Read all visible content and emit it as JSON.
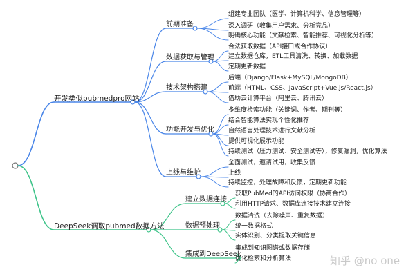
{
  "colors": {
    "blue": "#4a86e8",
    "green": "#3fc48a"
  },
  "mindmap": {
    "branches": [
      {
        "label": "开发类似pubmedpro网站",
        "color": "#4a86e8",
        "children": [
          {
            "label": "前期准备",
            "items": [
              "组建专业团队（医学、计算机科学、信息管理等）",
              "深入调研（收集用户需求、分析竞品）",
              "明确核心功能（文献检索、智能推荐、可视化分析等）"
            ]
          },
          {
            "label": "数据获取与管理",
            "items": [
              "合法获取数据（API接口或合作协议）",
              "建立数据仓库，ETL工具清洗、转换、加载数据",
              "定期更新数据"
            ]
          },
          {
            "label": "技术架构搭建",
            "items": [
              "后端（Django/Flask+MySQL/MongoDB）",
              "前端（HTML、CSS、JavaScript+Vue.js/React.js）",
              "借助云计算平台（阿里云、腾讯云）"
            ]
          },
          {
            "label": "功能开发与优化",
            "items": [
              "多维度检索功能（关键词、作者、期刊等）",
              "结合智能算法实现个性化推荐",
              "自然语言处理技术进行文献分析",
              "提供可视化展示功能",
              "持续测试（压力测试、安全测试等），修复漏洞，优化算法"
            ]
          },
          {
            "label": "上线与维护",
            "items": [
              "全面测试，邀请试用，收集反馈",
              "上线",
              "持续监控，处理故障和反馈，定期更新功能"
            ]
          }
        ]
      },
      {
        "label": "DeepSeek调取pubmed数据方法",
        "color": "#3fc48a",
        "children": [
          {
            "label": "建立数据连接",
            "items": [
              "获取PubMed的API访问权限（协商合作）",
              "利用HTTP请求、数据库连接技术建立连接"
            ]
          },
          {
            "label": "数据预处理",
            "items": [
              "数据清洗（去除噪声、重复数据）",
              "统一数据格式",
              "实体识别、分类提取关键信息"
            ]
          },
          {
            "label": "集成到DeepSeek",
            "items": [
              "集成到知识图谱或数据存储",
              "优化检索和分析算法"
            ]
          }
        ]
      }
    ]
  },
  "watermark": "知乎 @no one"
}
